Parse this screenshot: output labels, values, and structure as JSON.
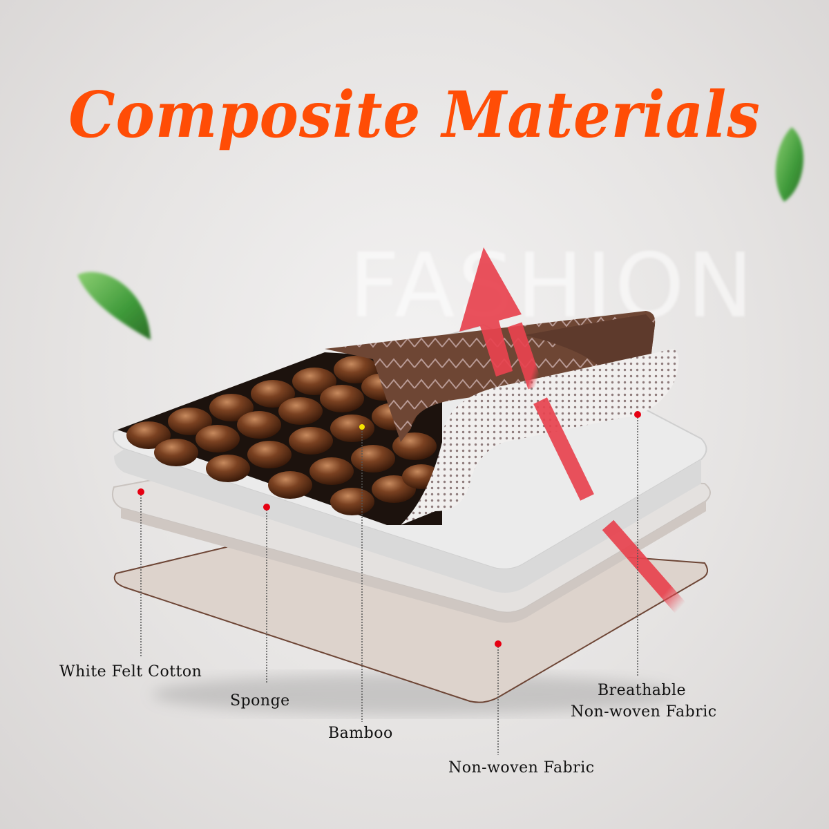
{
  "title": "Composite Materials",
  "watermark": "FASHION",
  "colors": {
    "title": "#ff4d06",
    "arrow": "#e8434f",
    "marker": "#e60012",
    "bamboo_bead": "#7a4121",
    "cover_fabric": "#6b4030",
    "sponge": "#e9e9e9",
    "felt": "#ddd3cc"
  },
  "layers": [
    {
      "id": "white-felt-cotton",
      "label": "White Felt Cotton"
    },
    {
      "id": "sponge",
      "label": "Sponge"
    },
    {
      "id": "bamboo",
      "label": "Bamboo"
    },
    {
      "id": "non-woven-fabric",
      "label": "Non-woven Fabric"
    },
    {
      "id": "breathable-non-woven-fabric",
      "label_line1": "Breathable",
      "label_line2": "Non-woven Fabric"
    }
  ],
  "decorations": [
    "leaf-icon",
    "leaf-icon",
    "arrow-up-icon"
  ]
}
